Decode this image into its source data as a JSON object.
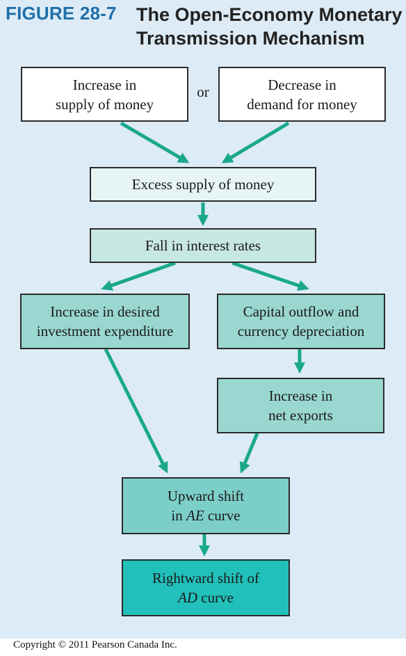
{
  "figure": {
    "label": "FIGURE 28-7",
    "title": "The Open-Economy Monetary Transmission Mechanism"
  },
  "boxes": {
    "increase_supply": "Increase in\nsupply of money",
    "or_label": "or",
    "decrease_demand": "Decrease in\ndemand for money",
    "excess_supply": "Excess supply of money",
    "fall_interest": "Fall in interest rates",
    "increase_investment": "Increase in desired\ninvestment expenditure",
    "capital_outflow": "Capital outflow and\ncurrency depreciation",
    "increase_net_exports": "Increase in\nnet exports",
    "upward_shift": {
      "line1": "Upward shift",
      "line2_prefix": "in ",
      "line2_italic": "AE",
      "line2_suffix": " curve"
    },
    "rightward_shift": {
      "line1": "Rightward shift of",
      "line2_italic": "AD",
      "line2_suffix": " curve"
    }
  },
  "colors": {
    "arrow": "#1aa88a",
    "figure_label": "#1f6fa9",
    "panel_background": "#dcebf6"
  },
  "copyright": "Copyright © 2011 Pearson Canada Inc."
}
